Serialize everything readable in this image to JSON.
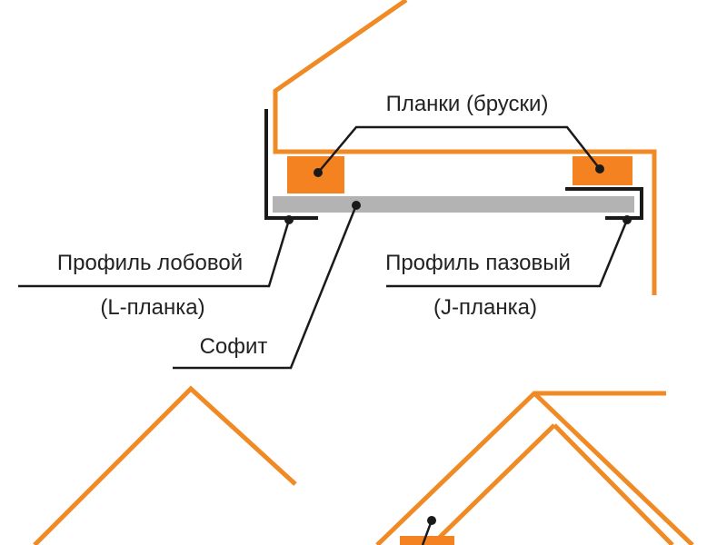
{
  "labels": {
    "planks": "Планки (бруски)",
    "fascia_profile": "Профиль лобовой",
    "fascia_profile_sub": "(L-планка)",
    "groove_profile": "Профиль пазовый",
    "groove_profile_sub": "(J-планка)",
    "soffit": "Софит"
  },
  "colors": {
    "roof_outline": "#f08a24",
    "plank_fill": "#f58220",
    "soffit_fill": "#b3b3b3",
    "profile": "#1a1a1a",
    "leader": "#1a1a1a",
    "text": "#222222",
    "background": "#ffffff"
  }
}
